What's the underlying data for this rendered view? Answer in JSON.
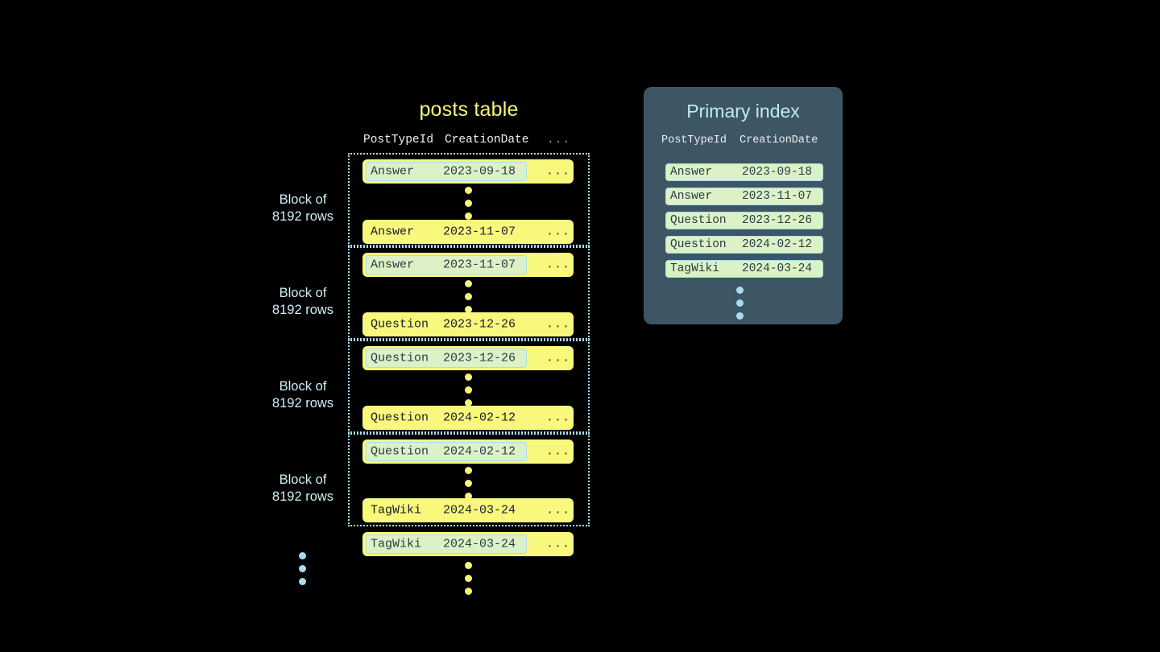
{
  "posts_table": {
    "title": "posts table",
    "columns": [
      "PostTypeId",
      "CreationDate",
      "..."
    ],
    "row_more": "...",
    "block_label_line1": "Block of",
    "block_label_line2": "8192 rows",
    "blocks": [
      {
        "label_line1": "Block of",
        "label_line2": "8192 rows",
        "first_row": {
          "type": "Answer",
          "date": "2023-09-18",
          "more": "...",
          "highlighted": true
        },
        "last_row": {
          "type": "Answer",
          "date": "2023-11-07",
          "more": "...",
          "highlighted": false
        }
      },
      {
        "label_line1": "Block of",
        "label_line2": "8192 rows",
        "first_row": {
          "type": "Answer",
          "date": "2023-11-07",
          "more": "...",
          "highlighted": true
        },
        "last_row": {
          "type": "Question",
          "date": "2023-12-26",
          "more": "...",
          "highlighted": false
        }
      },
      {
        "label_line1": "Block of",
        "label_line2": "8192 rows",
        "first_row": {
          "type": "Question",
          "date": "2023-12-26",
          "more": "...",
          "highlighted": true
        },
        "last_row": {
          "type": "Question",
          "date": "2024-02-12",
          "more": "...",
          "highlighted": false
        }
      },
      {
        "label_line1": "Block of",
        "label_line2": "8192 rows",
        "first_row": {
          "type": "Question",
          "date": "2024-02-12",
          "more": "...",
          "highlighted": true
        },
        "last_row": {
          "type": "TagWiki",
          "date": "2024-03-24",
          "more": "...",
          "highlighted": false
        }
      }
    ],
    "trailing_row": {
      "type": "TagWiki",
      "date": "2024-03-24",
      "more": "...",
      "highlighted": true
    }
  },
  "primary_index": {
    "title": "Primary index",
    "columns": [
      "PostTypeId",
      "CreationDate"
    ],
    "rows": [
      {
        "type": "Answer",
        "date": "2023-09-18"
      },
      {
        "type": "Answer",
        "date": "2023-11-07"
      },
      {
        "type": "Question",
        "date": "2023-12-26"
      },
      {
        "type": "Question",
        "date": "2024-02-12"
      },
      {
        "type": "TagWiki",
        "date": "2024-03-24"
      }
    ]
  },
  "colors": {
    "background": "#000000",
    "row_yellow": "#f8f87c",
    "highlight_green": "#dcf2c6",
    "accent_blue": "#a9dcee",
    "panel_slate": "#3e5663",
    "title_yellow": "#f5f57a",
    "index_title_blue": "#bfe9f7"
  }
}
